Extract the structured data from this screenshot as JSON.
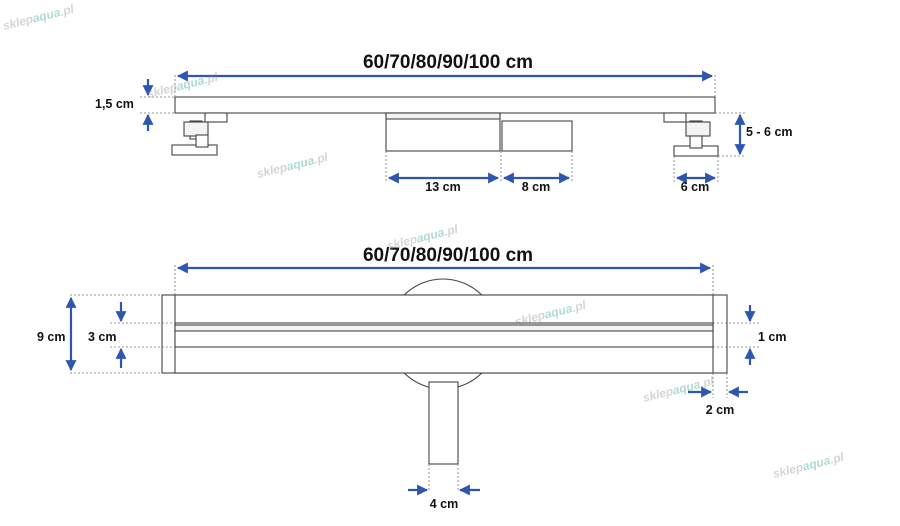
{
  "diagram": {
    "top_view": {
      "length_label": "60/70/80/90/100 cm",
      "thickness_label": "1,5 cm",
      "height_label": "5 - 6 cm",
      "siphon_body_label": "13 cm",
      "outlet_label": "8 cm",
      "foot_label": "6 cm"
    },
    "plan_view": {
      "length_label": "60/70/80/90/100 cm",
      "outer_width_label": "9 cm",
      "grate_width_label": "3 cm",
      "slot_label": "1 cm",
      "edge_label": "2 cm",
      "pipe_label": "4 cm"
    },
    "watermark": {
      "prefix": "sklep",
      "brand": "aqua",
      "suffix": ".pl"
    },
    "colors": {
      "dimension_arrow": "#2e56b0",
      "outline": "#444444",
      "watermark_brand": "#1a9a8a"
    }
  }
}
